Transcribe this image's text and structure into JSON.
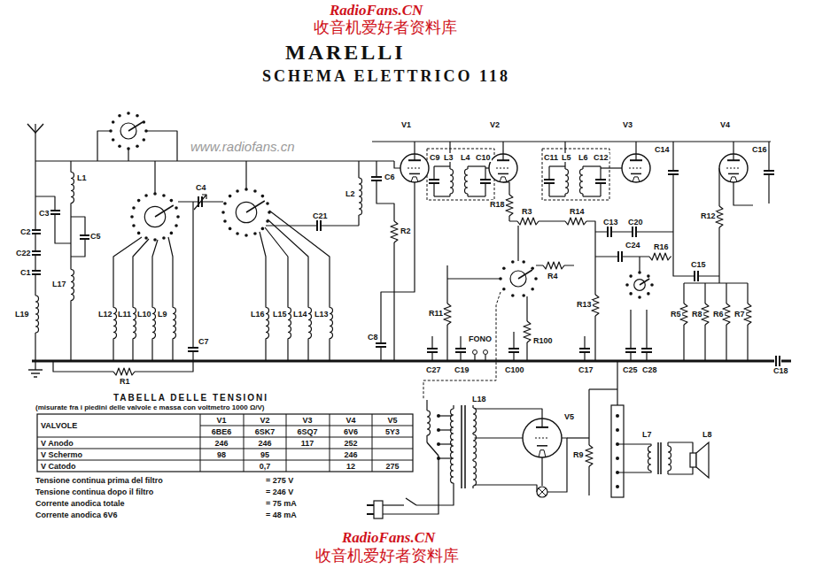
{
  "diagram": {
    "title": "SCHEMA ELETTRICO 118",
    "labels": [
      "MARELLI",
      "RadioFans.CN",
      "收音机爱好者资料库",
      "www.radiofans.cn",
      "V1",
      "V2",
      "V3",
      "V4",
      "C14",
      "C16",
      "C9",
      "L3",
      "L4",
      "C10",
      "C11",
      "L5",
      "L6",
      "C12",
      "L1",
      "C4",
      "L2",
      "C6",
      "C3",
      "C21",
      "R18",
      "R3",
      "R14",
      "C13",
      "C20",
      "R12",
      "C2",
      "C5",
      "R2",
      "C24",
      "C22",
      "R16",
      "C15",
      "C1",
      "R4",
      "L17",
      "L12",
      "L11",
      "L10",
      "L9",
      "L19",
      "R13",
      "R5",
      "R8",
      "R6",
      "R7",
      "FONO",
      "R11",
      "L16",
      "L15",
      "L14",
      "L13",
      "R1",
      "R100",
      "C7",
      "C8",
      "C27",
      "C19",
      "C100",
      "C17",
      "C25",
      "C28",
      "C18",
      "L18",
      "V5",
      "R9",
      "L7",
      "L8",
      "TABELLA DELLE TENSIONI",
      "(misurate fra i piedini delle valvole e massa con voltmetro 1000 Ω/V)",
      "VALVOLE",
      "V1",
      "V2",
      "V3",
      "V4",
      "V5",
      "6BE6",
      "6SK7",
      "6SQ7",
      "6V6",
      "5Y3",
      "V Anodo",
      "246",
      "246",
      "117",
      "252",
      "V Schermo",
      "98",
      "95",
      "246",
      "V Catodo",
      "0,7",
      "12",
      "275",
      "Tensione continua prima del filtro",
      "= 275 V",
      "Tensione continua dopo il filtro",
      "= 246 V",
      "Corrente anodica totale",
      "= 75 mA",
      "Corrente anodica 6V6",
      "= 48 mA",
      "RadioFans.CN",
      "收音机爱好者资料库"
    ]
  }
}
